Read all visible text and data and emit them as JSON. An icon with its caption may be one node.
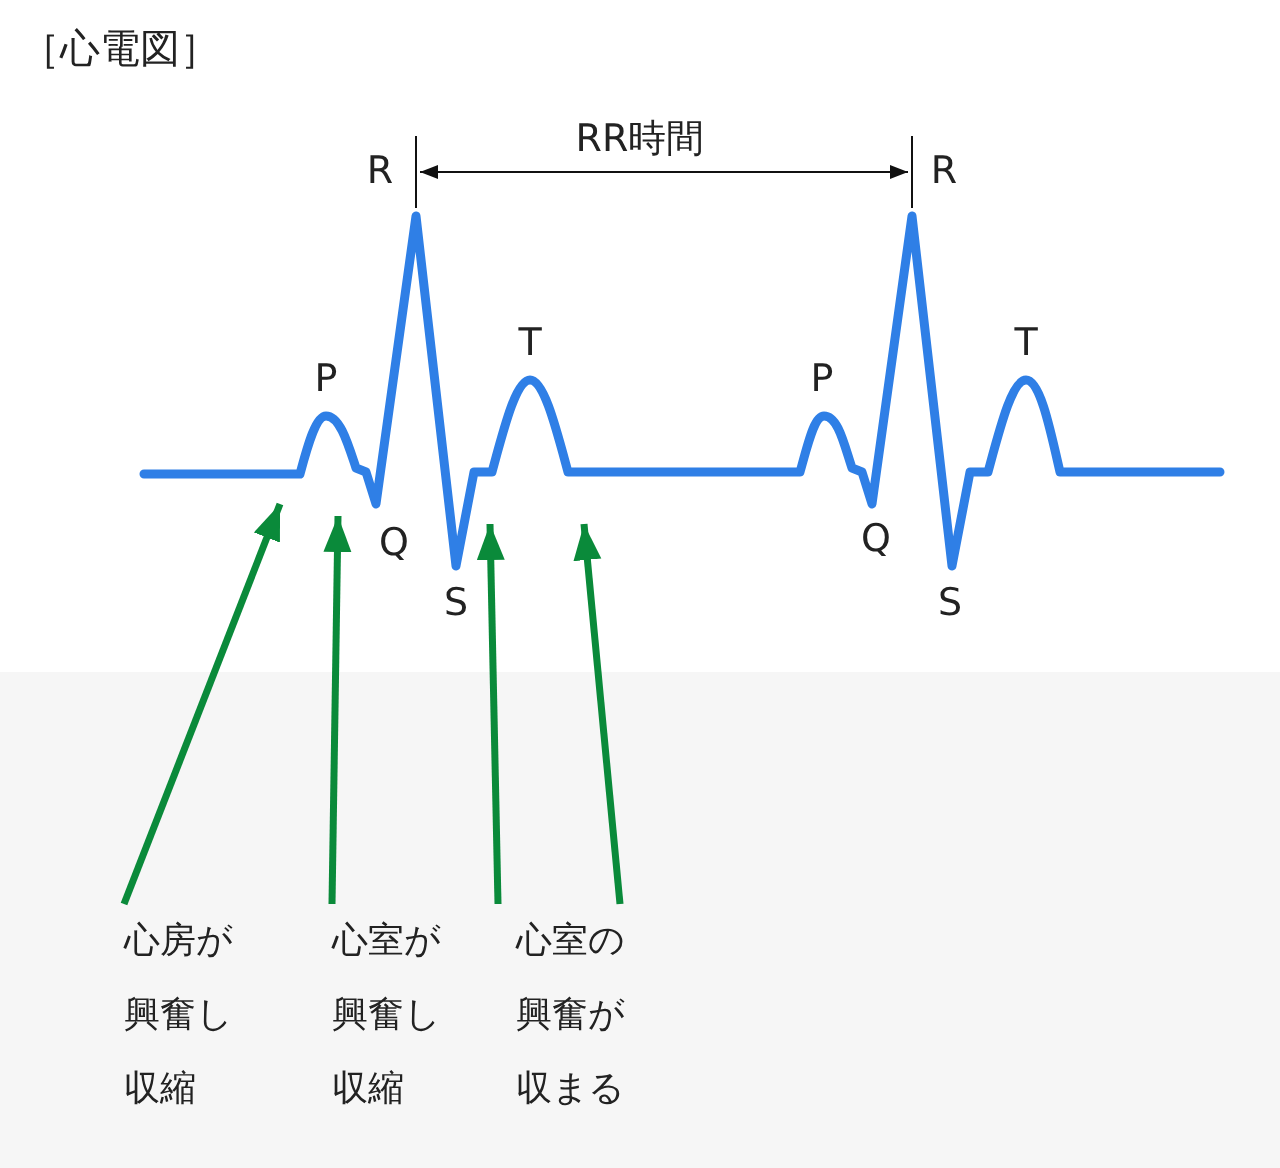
{
  "diagram": {
    "title": "［心電図］",
    "nodes": [
      {
        "text": [
          "心房が興奮し収縮"
        ]
      },
      {
        "text": [
          "心室が興奮し収縮"
        ]
      },
      {
        "text": [
          "心室の興奮が収まる"
        ]
      }
    ],
    "edges": [
      {
        "from": 0,
        "to": null,
        "arrow": "to"
      },
      {
        "from": 1,
        "to": null,
        "arrow": "to"
      },
      {
        "from": 1,
        "to": null,
        "arrow": "to"
      },
      {
        "from": 2,
        "to": null,
        "arrow": "to"
      }
    ],
    "labels": [
      "RR時間",
      "R",
      "R",
      "T",
      "T",
      "P",
      "P",
      "Q",
      "Q",
      "S",
      "S"
    ]
  }
}
